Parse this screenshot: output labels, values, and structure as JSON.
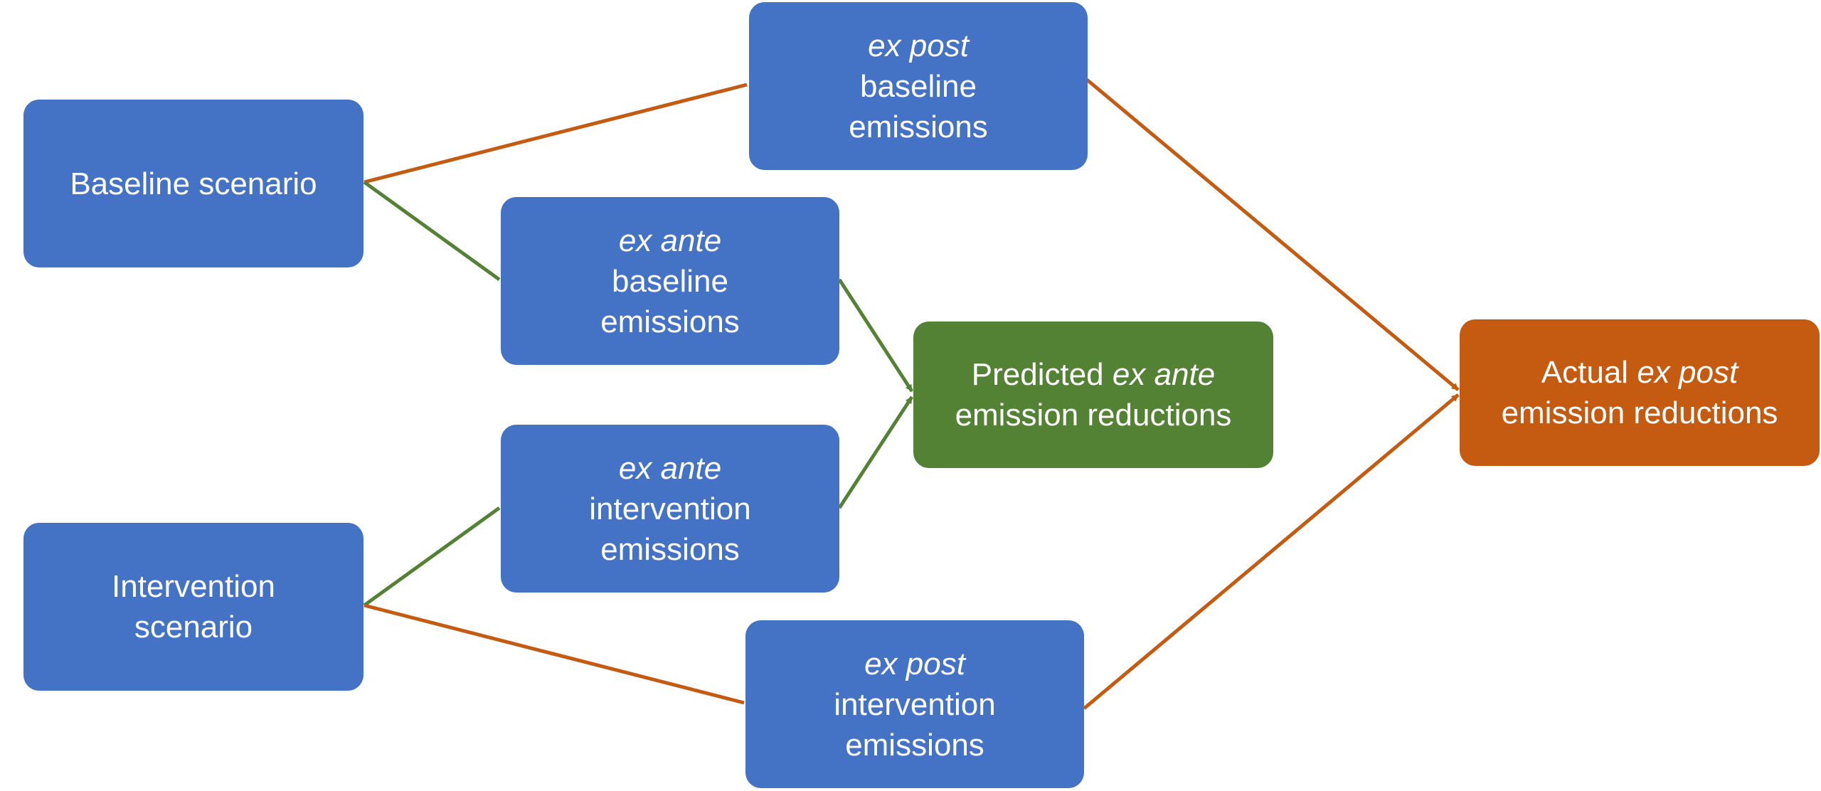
{
  "colors": {
    "box_blue": "#4472C4",
    "box_green": "#548235",
    "box_orange": "#C55A11",
    "line_green": "#548235",
    "line_orange": "#C55A11",
    "text": "#FFFFFF"
  },
  "nodes": {
    "baseline_scenario": {
      "line1": "Baseline scenario"
    },
    "intervention_scenario": {
      "line1": "Intervention",
      "line2": "scenario"
    },
    "ex_post_baseline": {
      "qualifier": "ex post",
      "line2": "baseline",
      "line3": "emissions"
    },
    "ex_ante_baseline": {
      "qualifier": "ex ante",
      "line2": "baseline",
      "line3": "emissions"
    },
    "ex_ante_intervention": {
      "qualifier": "ex ante",
      "line2": "intervention",
      "line3": "emissions"
    },
    "ex_post_intervention": {
      "qualifier": "ex post",
      "line2": "intervention",
      "line3": "emissions"
    },
    "predicted": {
      "prefix": "Predicted",
      "qualifier": "ex ante",
      "line2": "emission reductions"
    },
    "actual": {
      "prefix": "Actual",
      "qualifier": "ex post",
      "line2": "emission reductions"
    }
  },
  "edges": [
    {
      "from": "baseline_scenario",
      "to": "ex_post_baseline",
      "color": "orange",
      "arrow": false
    },
    {
      "from": "baseline_scenario",
      "to": "ex_ante_baseline",
      "color": "green",
      "arrow": false
    },
    {
      "from": "intervention_scenario",
      "to": "ex_ante_intervention",
      "color": "green",
      "arrow": false
    },
    {
      "from": "intervention_scenario",
      "to": "ex_post_intervention",
      "color": "orange",
      "arrow": false
    },
    {
      "from": "ex_ante_baseline",
      "to": "predicted",
      "color": "green",
      "arrow": true
    },
    {
      "from": "ex_ante_intervention",
      "to": "predicted",
      "color": "green",
      "arrow": true
    },
    {
      "from": "ex_post_baseline",
      "to": "actual",
      "color": "orange",
      "arrow": true
    },
    {
      "from": "ex_post_intervention",
      "to": "actual",
      "color": "orange",
      "arrow": true
    }
  ]
}
